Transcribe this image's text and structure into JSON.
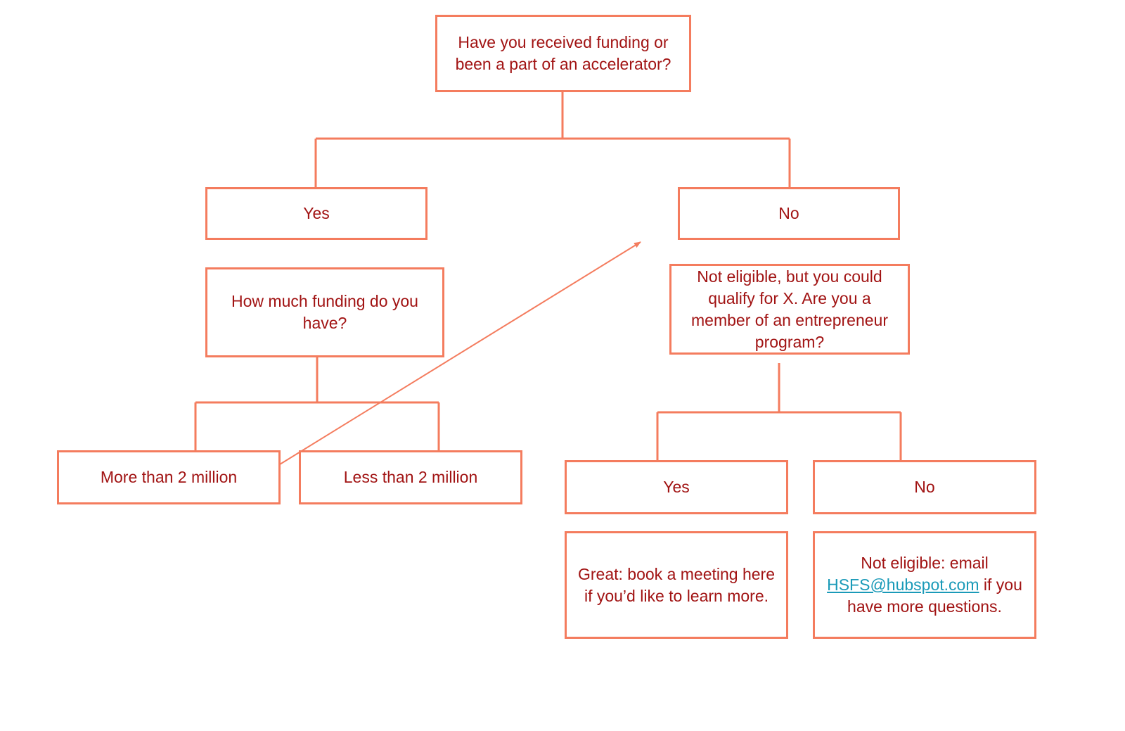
{
  "colors": {
    "border": "#f47c5e",
    "text": "#a11313",
    "link": "#1a9ab8",
    "connector": "#f47c5e",
    "background": "#ffffff"
  },
  "flowchart": {
    "root": {
      "question": "Have you received funding or been a part of an accelerator?"
    },
    "left_branch": {
      "answer": "Yes",
      "question": "How much funding do you have?",
      "option_more": "More than 2 million",
      "option_less": "Less than 2 million"
    },
    "right_branch": {
      "answer": "No",
      "question": "Not eligible, but you could qualify for X. Are you a member of an entrepreneur program?",
      "yes_answer": "Yes",
      "yes_outcome": "Great: book a meeting here if you’d like to learn more.",
      "no_answer": "No",
      "no_outcome_prefix": "Not eligible: email",
      "no_outcome_email": "HSFS@hubspot.com",
      "no_outcome_suffix": "if you have more questions."
    }
  }
}
